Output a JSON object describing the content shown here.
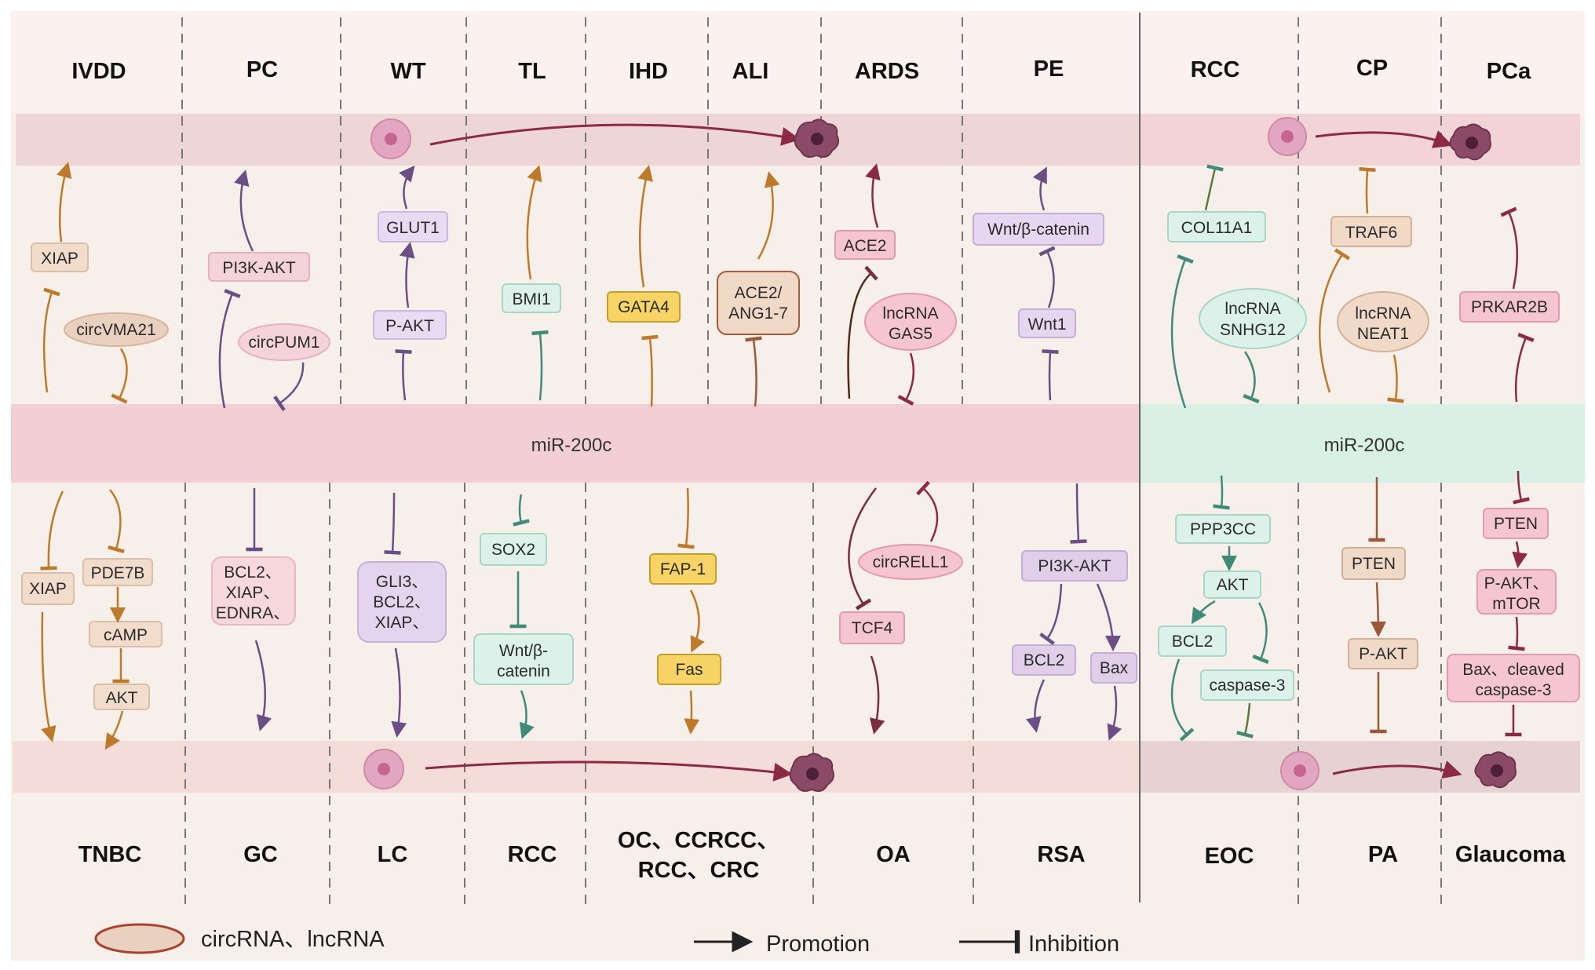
{
  "top_diseases": [
    "IVDD",
    "PC",
    "WT",
    "TL",
    "IHD",
    "ALI",
    "ARDS",
    "PE",
    "RCC",
    "CP",
    "PCa"
  ],
  "bottom_diseases": [
    "TNBC",
    "GC",
    "LC",
    "RCC",
    "OC、CCRCC、",
    "RCC、CRC",
    "OA",
    "RSA",
    "EOC",
    "PA",
    "Glaucoma"
  ],
  "mirna": {
    "left": "miR-200c",
    "right": "miR-200c"
  },
  "colors": {
    "orange": "#bd7a2a",
    "purple": "#6b4e86",
    "teal": "#3f8a78",
    "gold": "#a27a18",
    "maroon": "#7a2d3c",
    "brown": "#9a5a3a",
    "rose": "#8c2a44"
  },
  "upper_nodes": {
    "xiap": "XIAP",
    "circvma21": "circVMA21",
    "pi3k_akt": "PI3K-AKT",
    "circpum1": "circPUM1",
    "glut1": "GLUT1",
    "p_akt": "P-AKT",
    "bmi1": "BMI1",
    "gata4": "GATA4",
    "ace2_ang_1": "ACE2/",
    "ace2_ang_2": "ANG1-7",
    "ace2": "ACE2",
    "gas5_1": "lncRNA",
    "gas5_2": "GAS5",
    "wnt_catenin": "Wnt/β-catenin",
    "wnt1": "Wnt1",
    "col11a1": "COL11A1",
    "snhg12_1": "lncRNA",
    "snhg12_2": "SNHG12",
    "traf6": "TRAF6",
    "neat1_1": "lncRNA",
    "neat1_2": "NEAT1",
    "prkar2b": "PRKAR2B"
  },
  "lower_nodes": {
    "xiap": "XIAP",
    "pde7b": "PDE7B",
    "camp": "cAMP",
    "akt": "AKT",
    "gc_1": "BCL2、",
    "gc_2": "XIAP、",
    "gc_3": "EDNRA、",
    "lc_1": "GLI3、",
    "lc_2": "BCL2、",
    "lc_3": "XIAP、",
    "sox2": "SOX2",
    "wnt_1": "Wnt/β-",
    "wnt_2": "catenin",
    "fap1": "FAP-1",
    "fas": "Fas",
    "circrell1": "circRELL1",
    "tcf4": "TCF4",
    "pi3k_akt": "PI3K-AKT",
    "bcl2_rsa": "BCL2",
    "bax": "Bax",
    "ppp3cc": "PPP3CC",
    "akt_eoc": "AKT",
    "bcl2_eoc": "BCL2",
    "caspase3": "caspase-3",
    "pten_pa": "PTEN",
    "p_akt_pa": "P-AKT",
    "pten_g": "PTEN",
    "pakt_mtor_1": "P-AKT、",
    "pakt_mtor_2": "mTOR",
    "bax_1": "Bax、cleaved",
    "bax_2": "caspase-3"
  },
  "legend": {
    "ellipse_label": "circRNA、lncRNA",
    "promotion": "Promotion",
    "inhibition": "Inhibition"
  }
}
